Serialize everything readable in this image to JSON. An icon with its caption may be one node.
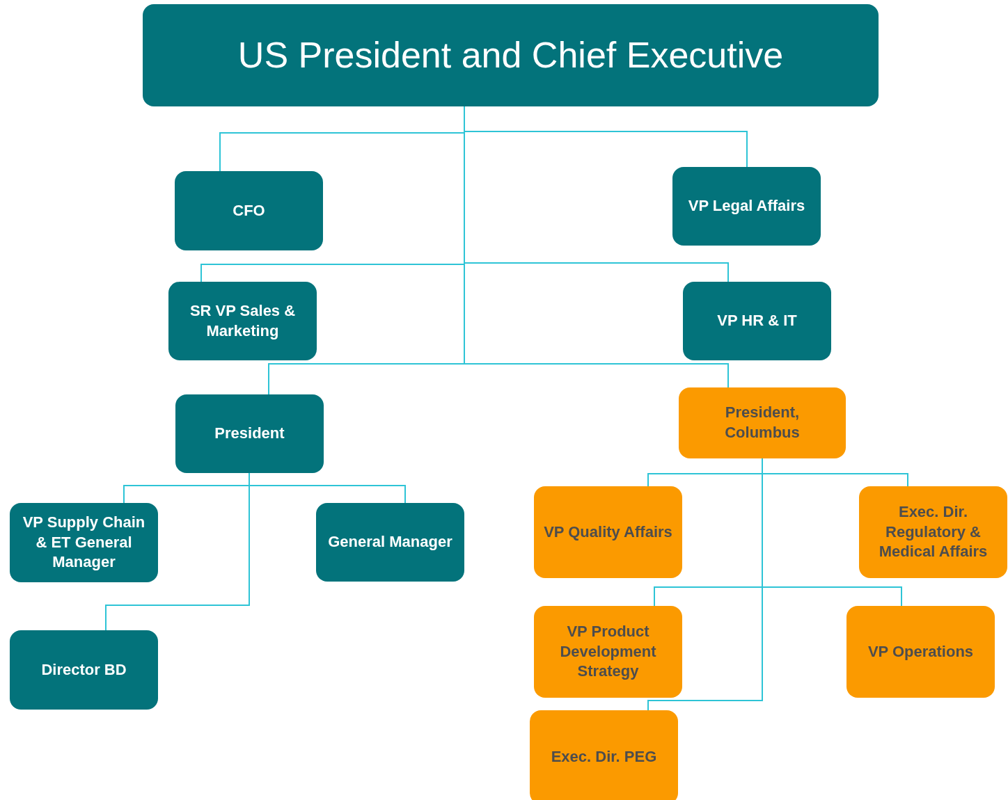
{
  "diagram": {
    "nodes": [
      {
        "text": [
          "US President and Chief Executive"
        ]
      },
      {
        "text": [
          "CFO"
        ]
      },
      {
        "text": [
          "VP Legal Affairs"
        ]
      },
      {
        "text": [
          "SR VP Sales & Marketing"
        ]
      },
      {
        "text": [
          "VP HR & IT"
        ]
      },
      {
        "text": [
          "President"
        ]
      },
      {
        "text": [
          "President, Columbus"
        ]
      },
      {
        "text": [
          "VP Supply Chain & ET General Manager"
        ]
      },
      {
        "text": [
          "General Manager"
        ]
      },
      {
        "text": [
          "Director BD"
        ]
      },
      {
        "text": [
          "VP Quality Affairs"
        ]
      },
      {
        "text": [
          "Exec. Dir. Regulatory & Medical Affairs"
        ]
      },
      {
        "text": [
          "VP Product Development Strategy"
        ]
      },
      {
        "text": [
          "VP Operations"
        ]
      },
      {
        "text": [
          "Exec. Dir. PEG"
        ]
      }
    ],
    "edges": [
      {
        "from": 0,
        "to": 1,
        "arrow": "none"
      },
      {
        "from": 0,
        "to": 2,
        "arrow": "none"
      },
      {
        "from": 0,
        "to": 3,
        "arrow": "none"
      },
      {
        "from": 0,
        "to": 4,
        "arrow": "none"
      },
      {
        "from": 0,
        "to": 5,
        "arrow": "none"
      },
      {
        "from": 0,
        "to": 6,
        "arrow": "none"
      },
      {
        "from": 5,
        "to": 7,
        "arrow": "none"
      },
      {
        "from": 5,
        "to": 8,
        "arrow": "none"
      },
      {
        "from": 5,
        "to": 9,
        "arrow": "none"
      },
      {
        "from": 6,
        "to": 10,
        "arrow": "none"
      },
      {
        "from": 6,
        "to": 11,
        "arrow": "none"
      },
      {
        "from": 6,
        "to": 12,
        "arrow": "none"
      },
      {
        "from": 6,
        "to": 13,
        "arrow": "none"
      },
      {
        "from": 6,
        "to": 14,
        "arrow": "none"
      }
    ]
  }
}
